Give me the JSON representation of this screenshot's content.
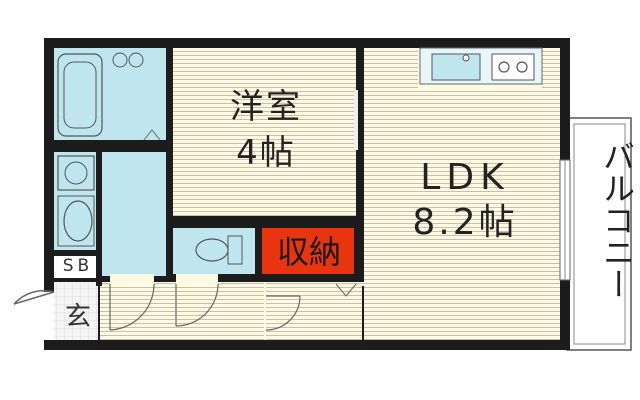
{
  "rooms": {
    "western": {
      "name": "洋室",
      "size": "4帖"
    },
    "ldk": {
      "name": "LDK",
      "size": "8.2帖"
    },
    "storage": {
      "name": "収納"
    },
    "shoe_box": {
      "name": "SB"
    },
    "entrance": {
      "name": "玄"
    },
    "balcony": {
      "name": "バルコニー"
    }
  },
  "colors": {
    "wall": "#1c1c1c",
    "floor": "#fdf9e3",
    "wet_area": "#bfe6ef",
    "storage": "#e8350f",
    "entrance_tile": "#f3f3f3"
  }
}
